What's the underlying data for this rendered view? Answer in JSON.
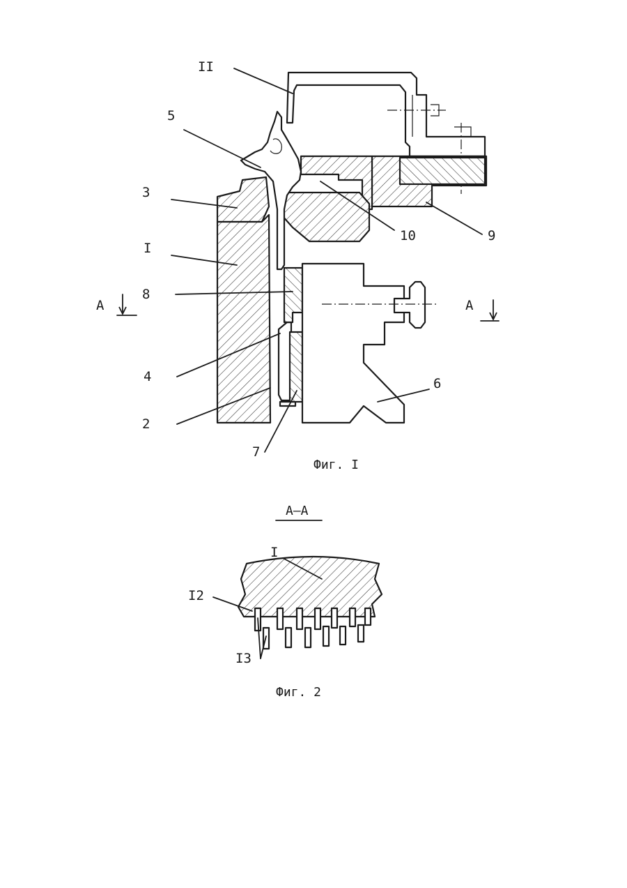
{
  "fig1": {
    "caption": "Фиг. I",
    "labels": {
      "l11": "II",
      "l5": "5",
      "l3": "3",
      "l1": "I",
      "l8": "8",
      "l4": "4",
      "l2": "2",
      "l7": "7",
      "l6": "6",
      "l10": "10",
      "l9": "9"
    },
    "section_mark": "A"
  },
  "fig2": {
    "section_title": "А–А",
    "caption": "Фиг. 2",
    "labels": {
      "l1": "I",
      "l12": "I2",
      "l13": "I3"
    }
  }
}
